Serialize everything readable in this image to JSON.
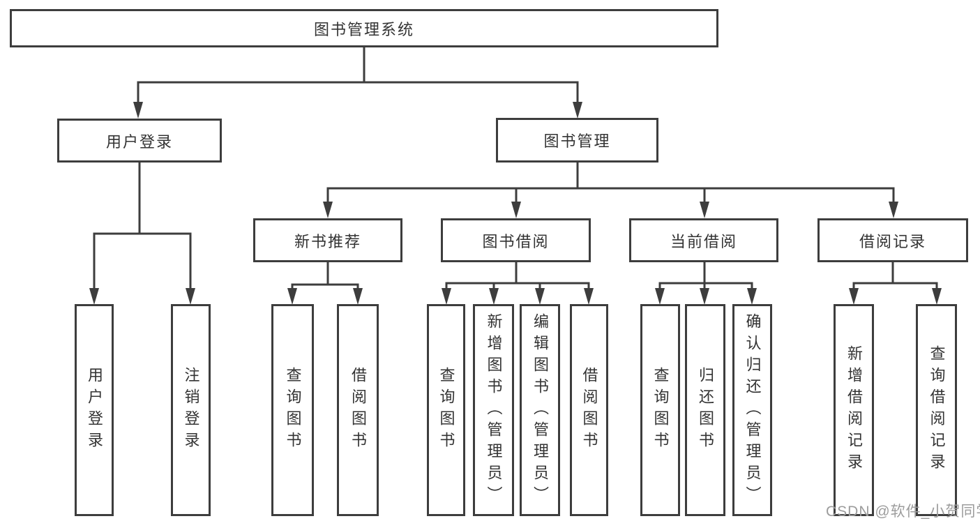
{
  "diagram": {
    "type": "tree",
    "root": {
      "label": "图书管理系统"
    },
    "branches": [
      {
        "label": "用户登录",
        "children": [
          {
            "label": "用户登录"
          },
          {
            "label": "注销登录"
          }
        ]
      },
      {
        "label": "图书管理",
        "children": [
          {
            "label": "新书推荐",
            "children": [
              {
                "label": "查询图书"
              },
              {
                "label": "借阅图书"
              }
            ]
          },
          {
            "label": "图书借阅",
            "children": [
              {
                "label": "查询图书"
              },
              {
                "label": "新增图书（管理员）"
              },
              {
                "label": "编辑图书（管理员）"
              },
              {
                "label": "借阅图书"
              }
            ]
          },
          {
            "label": "当前借阅",
            "children": [
              {
                "label": "查询图书"
              },
              {
                "label": "归还图书"
              },
              {
                "label": "确认归还（管理员）"
              }
            ]
          },
          {
            "label": "借阅记录",
            "children": [
              {
                "label": "新增借阅记录"
              },
              {
                "label": "查询借阅记录"
              }
            ]
          }
        ]
      }
    ]
  },
  "watermark": {
    "text": "CSDN @软件_小贺同学",
    "color": "#9c9c9c"
  },
  "colors": {
    "line": "#3d3d3d",
    "text": "#333333",
    "box_background": "#ffffff",
    "page_background": "#ffffff"
  }
}
